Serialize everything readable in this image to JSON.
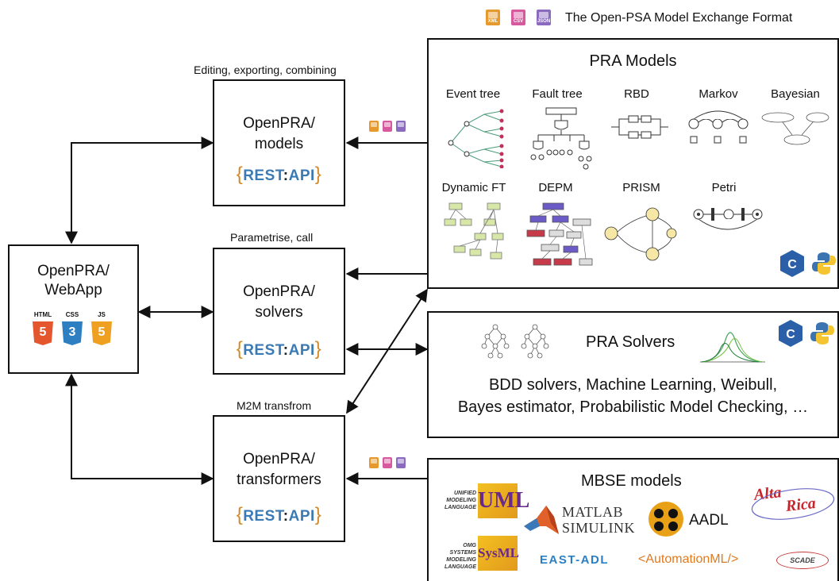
{
  "header": {
    "format_title": "The Open-PSA Model Exchange Format",
    "format_icons": [
      {
        "name": "XML",
        "color": "#e69a2e",
        "glyph": "</>"
      },
      {
        "name": "CSV",
        "color": "#d85a9e",
        "glyph": ""
      },
      {
        "name": "JSON",
        "color": "#8a6bbf",
        "glyph": "{:}"
      }
    ]
  },
  "webapp": {
    "title_line1": "OpenPRA/",
    "title_line2": "WebApp",
    "tech_icons": [
      {
        "label": "HTML",
        "num": "5",
        "color": "#e4572e"
      },
      {
        "label": "CSS",
        "num": "3",
        "color": "#2d7fc1"
      },
      {
        "label": "JS",
        "num": "5",
        "color": "#f0a020"
      }
    ]
  },
  "services": {
    "models": {
      "caption": "Editing, exporting, combining",
      "line1": "OpenPRA/",
      "line2": "models"
    },
    "solvers": {
      "caption": "Parametrise, call",
      "line1": "OpenPRA/",
      "line2": "solvers"
    },
    "transformers": {
      "caption": "M2M transfrom",
      "line1": "OpenPRA/",
      "line2": "transformers"
    },
    "rest": {
      "open": "{",
      "word1": "REST",
      "colon": ":",
      "word2": "API",
      "close": "}"
    }
  },
  "pra_models": {
    "title": "PRA Models",
    "row1": [
      "Event tree",
      "Fault tree",
      "RBD",
      "Markov",
      "Bayesian"
    ],
    "row2": [
      "Dynamic FT",
      "DEPM",
      "PRISM",
      "Petri"
    ]
  },
  "pra_solvers": {
    "title": "PRA Solvers",
    "line1": "BDD solvers, Machine Learning, Weibull,",
    "line2": "Bayes estimator, Probabilistic Model Checking, …"
  },
  "mbse": {
    "title": "MBSE models",
    "logos": {
      "uml_side": "UNIFIED MODELING LANGUAGE",
      "uml_letters": "UML",
      "sysml_side": "OMG SYSTEMS MODELING LANGUAGE",
      "sysml_letters": "SysML",
      "matlab_line1": "MATLAB",
      "matlab_line2": "SIMULINK",
      "aadl": "AADL",
      "altarica1": "Alta",
      "altarica2": "Rica",
      "eastadl": "EAST-ADL",
      "automationml": "<AutomationML/>",
      "scade": "SCADE"
    }
  },
  "colors": {
    "rest_blue": "#3a7ab5",
    "brace_orange": "#d08a2a",
    "cpp_blue": "#2b5fa8",
    "python_blue": "#3b74b0",
    "python_yellow": "#f5c531"
  }
}
